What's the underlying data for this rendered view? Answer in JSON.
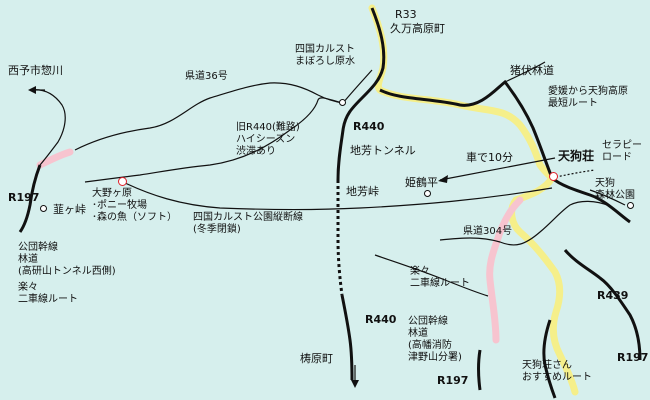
{
  "colors": {
    "background": "#d6efed",
    "main_road": "#111111",
    "minor_road": "#111111",
    "yellow_route": "#f5ef8a",
    "pink_route": "#f7c4cf",
    "marker_red": "#e0202a"
  },
  "labels": {
    "r33": "R33",
    "kumakogen": "久万高原町",
    "saijo": "西予市惣川",
    "karst_spring": [
      "四国カルスト",
      "まぼろし原水"
    ],
    "kendo36": "県道36号",
    "inoshishi": "猪伏林道",
    "ehime": [
      "愛媛から天狗高原",
      "最短ルート"
    ],
    "r440_top": "R440",
    "old_r440": [
      "旧R440(難路)",
      "ハイシーズン",
      "渋滞あり"
    ],
    "jiho_tunnel": "地芳トンネル",
    "car10": "車で10分",
    "tengusou": "天狗荘",
    "therapy": [
      "セラピー",
      "ロード"
    ],
    "tengu_forest": [
      "天狗",
      "森林公園"
    ],
    "himetsuru": "姫鶴平",
    "jiho_pass": "地芳峠",
    "r197_left": "R197",
    "nirogatoge": "韮ヶ峠",
    "onogahara": [
      "大野ヶ原",
      "･ポニー牧場",
      "･森の魚（ソフト）"
    ],
    "karst_line": [
      "四国カルスト公園縦断線",
      "(冬季閉鎖)"
    ],
    "kendo304": "県道304号",
    "koudan_left": [
      "公団幹線",
      "林道",
      "(高研山トンネル西側)"
    ],
    "rakuraku_left": [
      "楽々",
      "二車線ルート"
    ],
    "rakuraku_mid": [
      "楽々",
      "二車線ルート"
    ],
    "r439": "R439",
    "r440_bottom": "R440",
    "koudan_right": [
      "公団幹線",
      "林道",
      "(高幡消防",
      "津野山分署)"
    ],
    "yusuhara": "梼原町",
    "r197_bottom": "R197",
    "tengu_route": [
      "天狗荘さん",
      "おすすめルート"
    ],
    "r197_right": "R197"
  }
}
